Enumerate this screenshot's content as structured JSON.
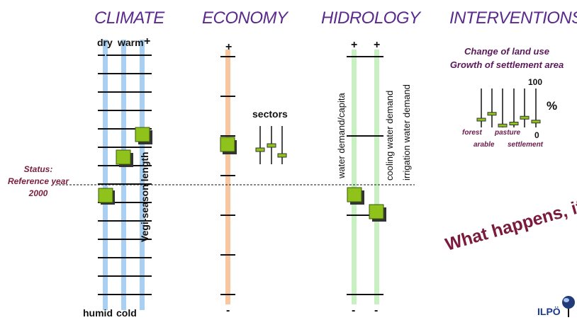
{
  "headings": {
    "climate": "CLIMATE",
    "economy": "ECONOMY",
    "hidrology": "HIDROLOGY",
    "interventions": "INTERVENTIONS"
  },
  "climate": {
    "top_labels": {
      "dry": "dry",
      "warm": "warm",
      "plus": "+"
    },
    "bottom_labels": {
      "humid": "humid",
      "cold": "cold"
    },
    "veg_label": "Vegi-season length"
  },
  "economy": {
    "plus": "+",
    "minus": "-",
    "sectors_label": "sectors"
  },
  "hidrology": {
    "plus_1": "+",
    "plus_2": "+",
    "minus_1": "-",
    "minus_2": "-",
    "water_demand": "water demand/capita",
    "cooling": "cooling water demand",
    "irrigation": "irrigation water demand"
  },
  "status": {
    "line1": "Status:",
    "line2": "Reference year",
    "line3": "2000"
  },
  "interventions": {
    "line1": "Change of land use",
    "line2": "Growth of settlement area",
    "scale_max": "100",
    "scale_min": "0",
    "unit": "%",
    "labels": {
      "forest": "forest",
      "arable": "arable",
      "pasture": "pasture",
      "settlement": "settlement"
    },
    "levels": [
      0.2,
      0.35,
      0.05,
      0.1,
      0.25,
      0.15
    ]
  },
  "what_happens": "What happens, if...",
  "logo": "ILPÖ",
  "colors": {
    "climate_bar": "#a9cff2",
    "economy_bar": "#f8c7a0",
    "hydro_bar": "#c9f0c3",
    "marker": "#8fc21a",
    "heading": "#5a2a8c"
  }
}
